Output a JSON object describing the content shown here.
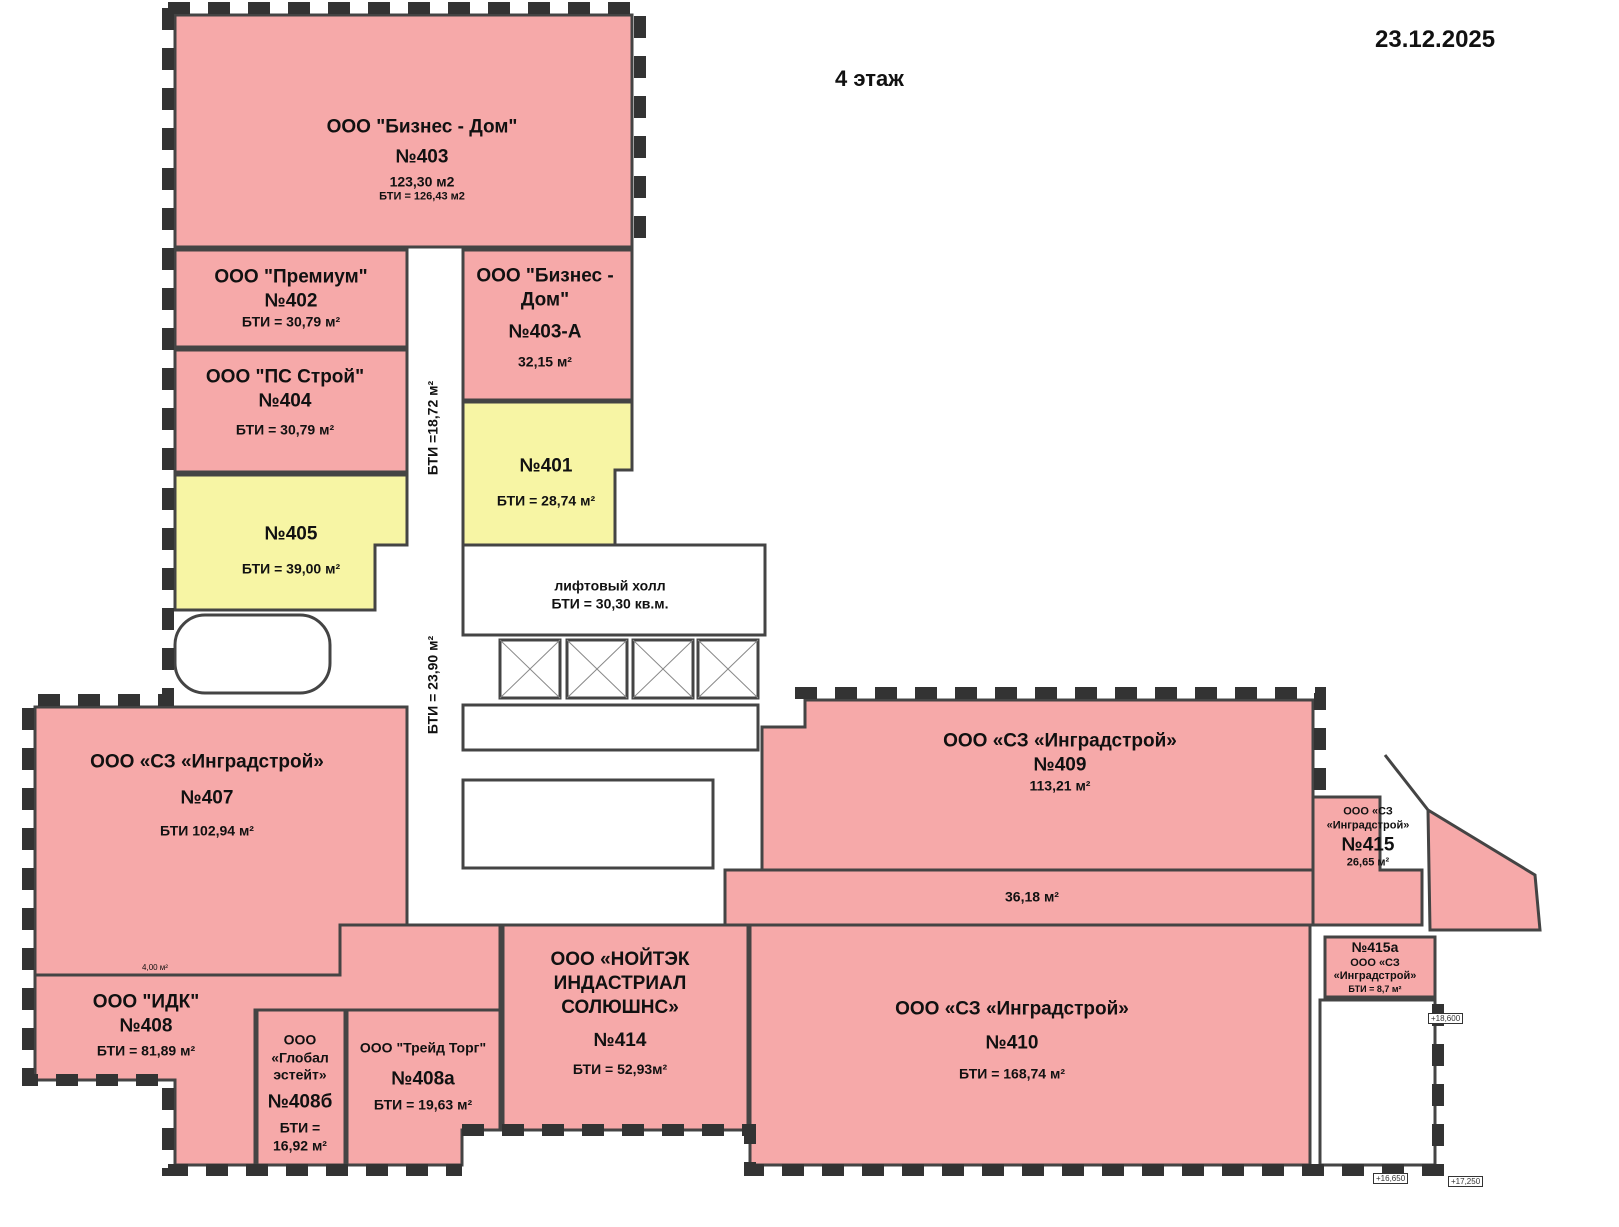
{
  "header": {
    "date": "23.12.2025",
    "floor": "4 этаж"
  },
  "colors": {
    "rented": "#f6a9a9",
    "vacant": "#f7f5a4",
    "wall": "#444444",
    "common": "#ffffff"
  },
  "rooms": {
    "r403": {
      "tenant": "ООО \"Бизнес - Дом\"",
      "number": "№403",
      "area": "123,30 м2",
      "bti": "БТИ = 126,43 м2"
    },
    "r402": {
      "tenant": "ООО \"Премиум\"",
      "number": "№402",
      "bti": "БТИ = 30,79 м²"
    },
    "r404": {
      "tenant": "ООО \"ПС Строй\"",
      "number": "№404",
      "bti": "БТИ = 30,79 м²"
    },
    "r405": {
      "number": "№405",
      "bti": "БТИ = 39,00 м²"
    },
    "r403a": {
      "tenant_line1": "ООО \"Бизнес -",
      "tenant_line2": "Дом\"",
      "number": "№403-А",
      "area": "32,15 м²"
    },
    "r401": {
      "number": "№401",
      "bti": "БТИ = 28,74 м²"
    },
    "lift_hall": {
      "name": "лифтовый холл",
      "bti": "БТИ = 30,30 кв.м."
    },
    "corridor_upper": {
      "bti": "БТИ =18,72 м²"
    },
    "corridor_lower": {
      "bti": "БТИ = 23,90 м²"
    },
    "r407": {
      "tenant": "ООО «СЗ «Инградстрой»",
      "number": "№407",
      "bti": "БТИ 102,94 м²",
      "sub_area": "4,00 м²"
    },
    "r408": {
      "tenant": "ООО \"ИДК\"",
      "number": "№408",
      "bti": "БТИ = 81,89 м²"
    },
    "r408b": {
      "tenant_line1": "ООО",
      "tenant_line2": "«Глобал",
      "tenant_line3": "эстейт»",
      "number": "№408б",
      "bti_line1": "БТИ =",
      "bti_line2": "16,92 м²"
    },
    "r408a": {
      "tenant": "ООО \"Трейд Торг\"",
      "number": "№408а",
      "bti": "БТИ = 19,63 м²"
    },
    "r414": {
      "tenant_line1": "ООО «НОЙТЭК",
      "tenant_line2": "ИНДАСТРИАЛ",
      "tenant_line3": "СОЛЮШНС»",
      "number": "№414",
      "bti": "БТИ = 52,93м²"
    },
    "r409": {
      "tenant": "ООО «СЗ «Инградстрой»",
      "number": "№409",
      "area": "113,21 м²"
    },
    "corridor_east": {
      "area": "36,18 м²"
    },
    "r415": {
      "tenant_line1": "ООО «СЗ",
      "tenant_line2": "«Инградстрой»",
      "number": "№415",
      "area": "26,65 м²"
    },
    "r415a": {
      "number": "№415а",
      "tenant_line1": "ООО «СЗ",
      "tenant_line2": "«Инградстрой»",
      "bti": "БТИ = 8,7 м²"
    },
    "r410": {
      "tenant": "ООО «СЗ «Инградстрой»",
      "number": "№410",
      "bti": "БТИ = 168,74 м²"
    }
  },
  "stair_marks": {
    "top": "+18,600",
    "left": "+16,650",
    "right": "+17,250"
  }
}
